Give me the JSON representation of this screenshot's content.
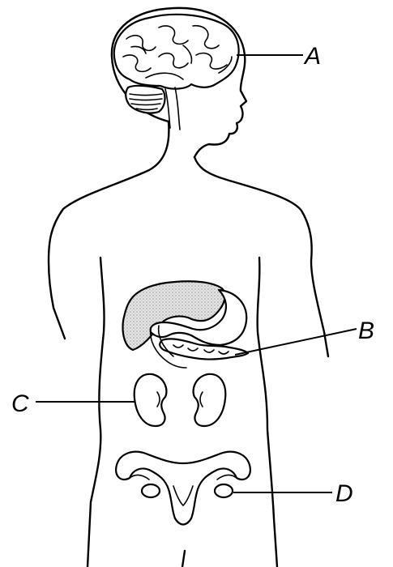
{
  "labels": {
    "a": "A",
    "b": "B",
    "c": "C",
    "d": "D"
  },
  "organs": {
    "a": "brain",
    "b": "pancreas",
    "c": "kidneys",
    "d": "ovaries"
  },
  "colors": {
    "line": "#000000",
    "liver_fill": "#d9d9d9",
    "background": "#ffffff"
  }
}
